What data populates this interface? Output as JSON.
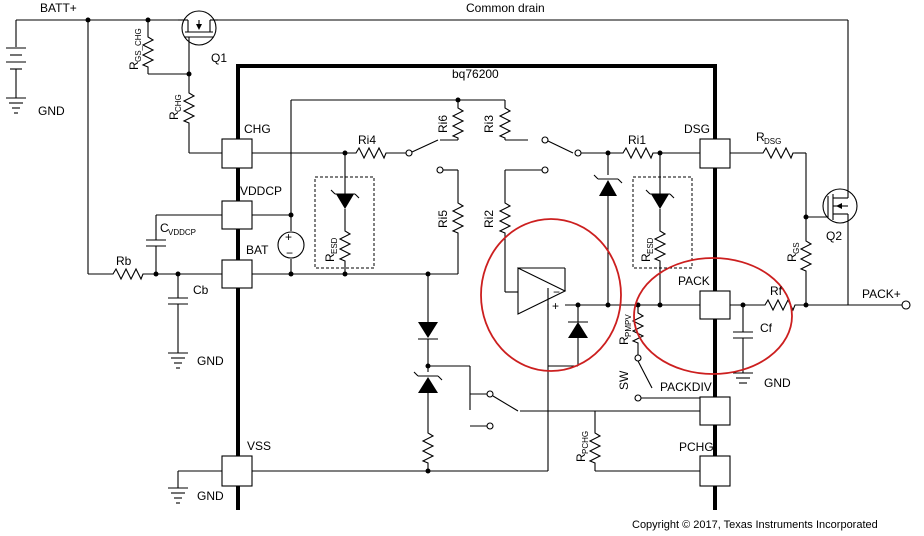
{
  "labels": {
    "batt_plus": "BATT+",
    "common_drain": "Common drain",
    "gnd": "GND",
    "chip": "bq76200",
    "q1": "Q1",
    "q2": "Q2",
    "rgs_chg": "R",
    "rgs_chg_sub": "GS_CHG",
    "rchg": "R",
    "rchg_sub": "CHG",
    "chg": "CHG",
    "vddcp": "VDDCP",
    "cvddcp": "C",
    "cvddcp_sub": "VDDCP",
    "bat": "BAT",
    "rb": "Rb",
    "cb": "Cb",
    "vss": "VSS",
    "ri1": "Ri1",
    "ri2": "Ri2",
    "ri3": "Ri3",
    "ri4": "Ri4",
    "ri5": "Ri5",
    "ri6": "Ri6",
    "resd": "R",
    "resd_sub": "ESD",
    "dsg": "DSG",
    "rdsg": "R",
    "rdsg_sub": "DSG",
    "rgs": "R",
    "rgs_sub": "GS",
    "pack": "PACK",
    "pack_plus": "PACK+",
    "rf": "Rf",
    "cf": "Cf",
    "rpmpv": "R",
    "rpmpv_sub": "PMPV",
    "sw": "SW",
    "packdiv": "PACKDIV",
    "pchg": "PCHG",
    "rpchg": "R",
    "rpchg_sub": "PCHG",
    "plus": "+",
    "minus": "−",
    "copyright": "Copyright © 2017, Texas Instruments Incorporated"
  }
}
